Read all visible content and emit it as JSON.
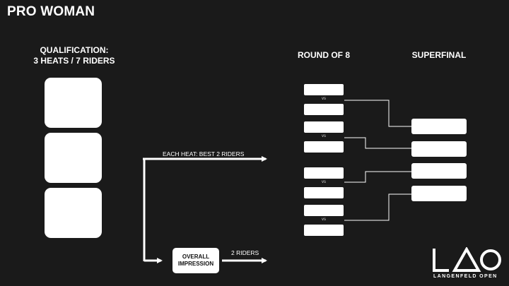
{
  "title": "PRO WOMAN",
  "qualification": {
    "heading_line1": "QUALIFICATION:",
    "heading_line2": "3 HEATS / 7 RIDERS",
    "heat_count": 3
  },
  "round_of_8": {
    "heading": "ROUND OF 8",
    "vs_label": "vs",
    "match_count": 4
  },
  "superfinal": {
    "heading": "SUPERFINAL",
    "slot_count": 4
  },
  "arrows": {
    "each_heat_label": "EACH HEAT: BEST 2 RIDERS",
    "overall_impression_label": "OVERALL IMPRESSION",
    "two_riders_label": "2 RIDERS"
  },
  "logo": {
    "mark": "LAO",
    "subtitle": "LANGENFELD OPEN"
  },
  "colors": {
    "background": "#1a1a1a",
    "foreground": "#ffffff"
  }
}
